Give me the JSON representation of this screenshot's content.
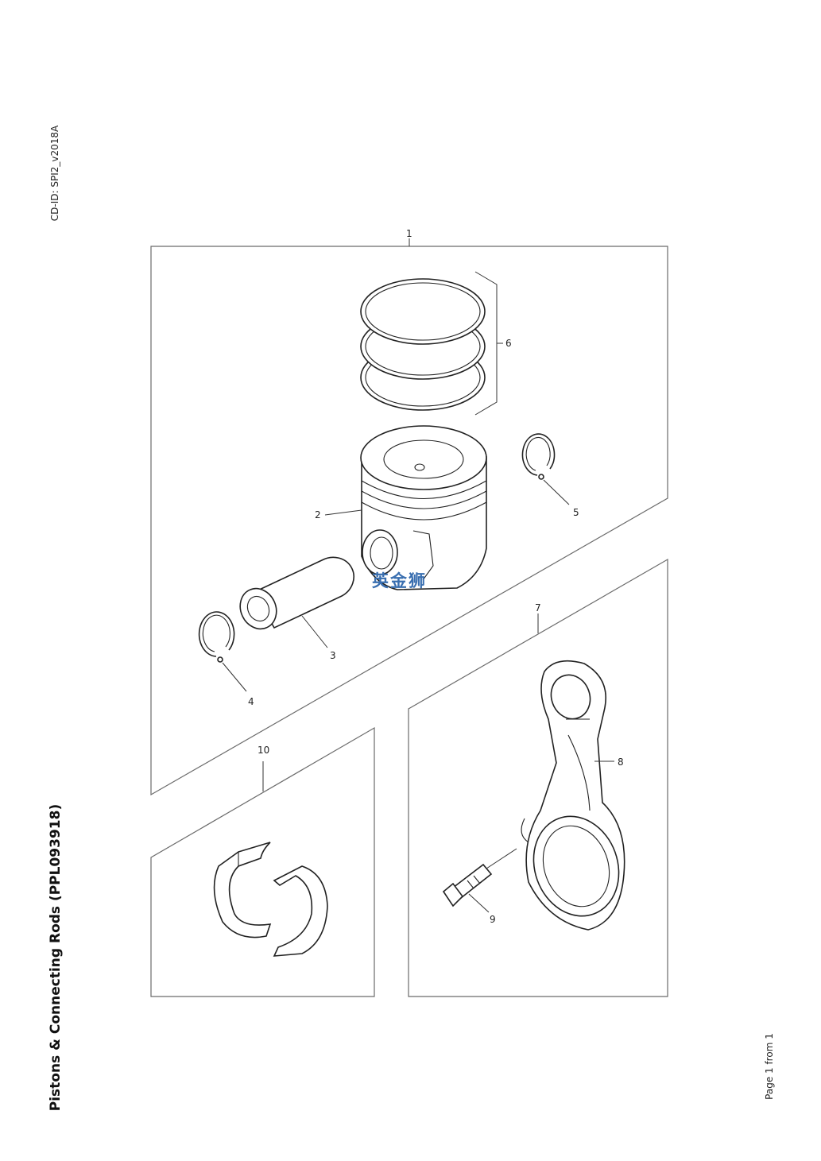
{
  "header": {
    "doc_id": "CD-ID: SPI2_v2018A",
    "title": "Pistons & Connecting Rods (PPL093918)",
    "page_count": "Page 1 from 1"
  },
  "watermark": {
    "text": "英金狮",
    "color": "#3a6fb0"
  },
  "callouts": [
    "1",
    "2",
    "3",
    "4",
    "5",
    "6",
    "7",
    "8",
    "9",
    "10"
  ],
  "parts": [
    {
      "ref": "1",
      "item": "piston-assembly-group"
    },
    {
      "ref": "2",
      "item": "piston"
    },
    {
      "ref": "3",
      "item": "piston-pin"
    },
    {
      "ref": "4",
      "item": "snap-ring"
    },
    {
      "ref": "5",
      "item": "snap-ring"
    },
    {
      "ref": "6",
      "item": "piston-ring-set"
    },
    {
      "ref": "7",
      "item": "connecting-rod-group"
    },
    {
      "ref": "8",
      "item": "connecting-rod"
    },
    {
      "ref": "9",
      "item": "connecting-rod-bolt"
    },
    {
      "ref": "10",
      "item": "bearing-shell-pair"
    }
  ]
}
